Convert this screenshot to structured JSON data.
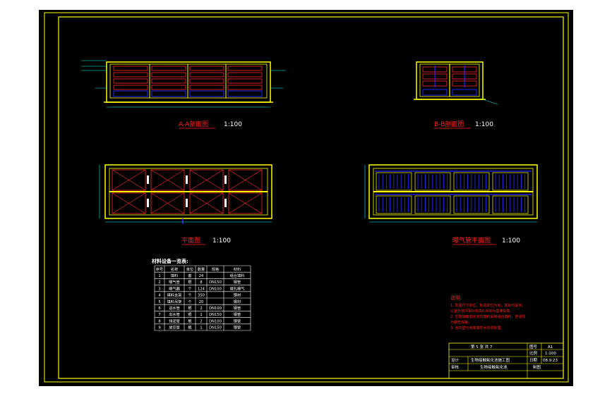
{
  "colors": {
    "page_bg": "#000000",
    "border": "#ffff00",
    "wall": "#ffff00",
    "steel": "#ff2a2a",
    "pipe": "#2828ff",
    "dim": "#00ffff",
    "text_red": "#ff2020",
    "text_white": "#ffffff",
    "table_text": "#ffffff"
  },
  "views": {
    "aa": {
      "title": "A-A剖面图",
      "scale": "1:100"
    },
    "bb": {
      "title": "B-B剖面图",
      "scale": "1:100"
    },
    "plan": {
      "title": "平面图",
      "scale": "1:100"
    },
    "aeration": {
      "title": "曝气管平面图",
      "scale": "1:100"
    }
  },
  "table": {
    "title": "材料设备一览表:",
    "headers": [
      "序号",
      "名称",
      "单位",
      "数量",
      "规格",
      "材料"
    ],
    "rows": [
      [
        "1",
        "填料",
        "套",
        "24",
        "",
        "组合填料"
      ],
      [
        "2",
        "曝气管",
        "根",
        "8",
        "DN150",
        "钢管"
      ],
      [
        "3",
        "曝气器",
        "个",
        "124",
        "DN100",
        "微孔曝气"
      ],
      [
        "4",
        "填料支架",
        "个",
        "350",
        "",
        "钢材"
      ],
      [
        "5",
        "填料吊架",
        "个",
        "20",
        "",
        "钢材"
      ],
      [
        "6",
        "进水管",
        "根",
        "2",
        "DN100",
        "钢管"
      ],
      [
        "7",
        "出水管",
        "根",
        "1",
        "DN150",
        "钢管"
      ],
      [
        "8",
        "排泥管",
        "根",
        "2",
        "DN100",
        "钢管"
      ],
      [
        "9",
        "放空管",
        "根",
        "1",
        "DN150",
        "钢管"
      ]
    ]
  },
  "notes": {
    "title": "说明:",
    "lines": [
      "1. 本图尺寸单位，标高单位为米，其余均毫米。",
      "以室外地坪相对标高0.000为基准标高。",
      "2. 生物接触氧化池内填料采用组合填料，管道均",
      "为钢管焊接。",
      "3. 池内壁与池底做防水防渗处理。"
    ]
  },
  "title_block": {
    "sheet": "第 5 张    共 7",
    "project": "生物接触氧化池施工图",
    "drawing": "生物接触氧化池",
    "label_figno": "图号",
    "figno": "A1",
    "label_scale": "比例",
    "scale": "1:100",
    "label_date": "日期",
    "date": "08.9.23",
    "label_design": "设计",
    "label_check": "审核",
    "label_draw": "制图"
  }
}
